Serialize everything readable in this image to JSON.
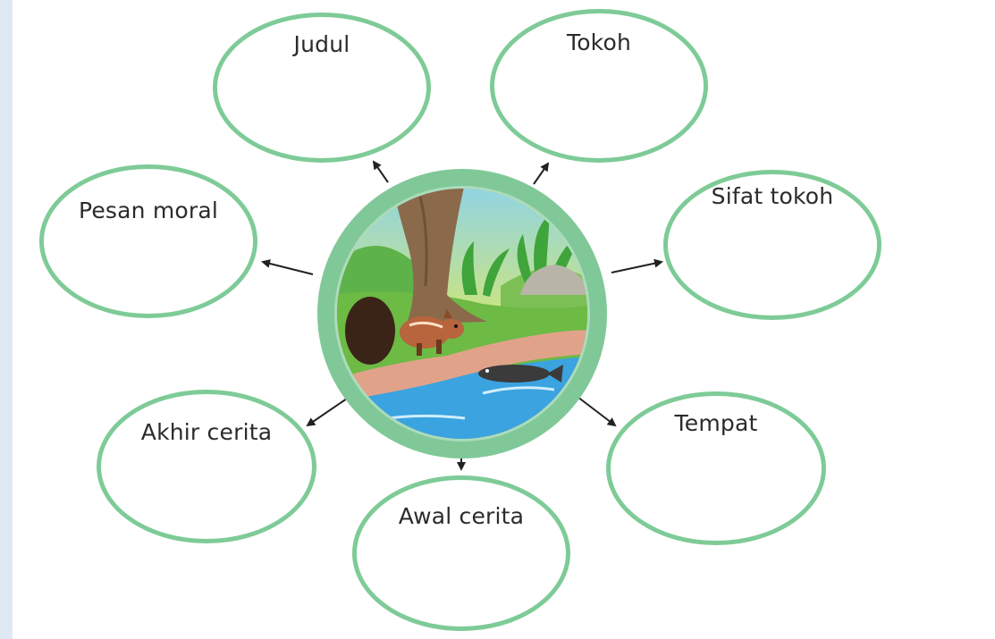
{
  "diagram": {
    "bubbles": [
      {
        "id": "judul",
        "label": "Judul"
      },
      {
        "id": "tokoh",
        "label": "Tokoh"
      },
      {
        "id": "sifat-tokoh",
        "label": "Sifat tokoh"
      },
      {
        "id": "pesan-moral",
        "label": "Pesan moral"
      },
      {
        "id": "akhir-cerita",
        "label": "Akhir cerita"
      },
      {
        "id": "tempat",
        "label": "Tempat"
      },
      {
        "id": "awal-cerita",
        "label": "Awal cerita"
      }
    ],
    "colors": {
      "bubble_border": "#7ecb97",
      "ring": "#80c898",
      "arrow": "#222222",
      "text": "#2b2b2b"
    },
    "center_illustration": "squirrel-and-fish-by-river"
  }
}
